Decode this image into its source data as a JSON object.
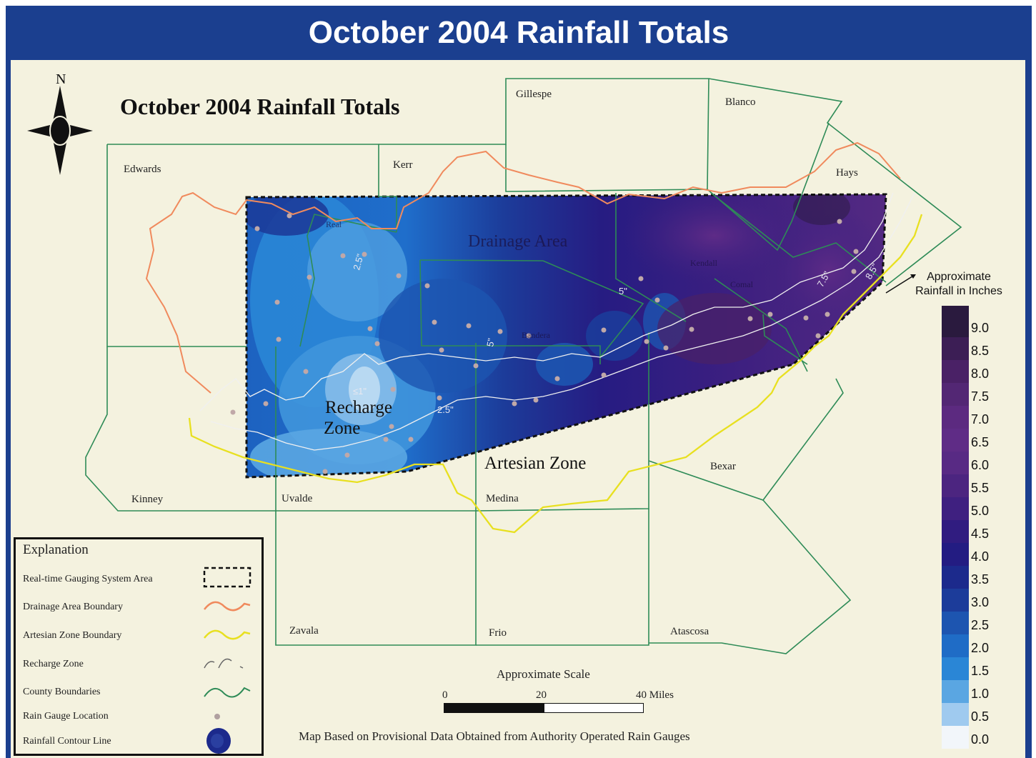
{
  "banner_title": "October 2004 Rainfall Totals",
  "map_title": "October 2004 Rainfall Totals",
  "north_label": "N",
  "counties": [
    {
      "name": "Gillespe"
    },
    {
      "name": "Blanco"
    },
    {
      "name": "Edwards"
    },
    {
      "name": "Kerr"
    },
    {
      "name": "Hays"
    },
    {
      "name": "Real"
    },
    {
      "name": "Kendall"
    },
    {
      "name": "Comal"
    },
    {
      "name": "Bandera"
    },
    {
      "name": "Kinney"
    },
    {
      "name": "Uvalde"
    },
    {
      "name": "Medina"
    },
    {
      "name": "Bexar"
    },
    {
      "name": "Zavala"
    },
    {
      "name": "Frio"
    },
    {
      "name": "Atascosa"
    }
  ],
  "zones": {
    "drainage": "Drainage Area",
    "recharge_line1": "Recharge",
    "recharge_line2": "Zone",
    "artesian": "Artesian Zone"
  },
  "contour_labels": [
    "2.5\"",
    "≤1\"",
    "2.5\"",
    "5\"",
    "5\"",
    "7.5\"",
    "8.5\""
  ],
  "colorbar": {
    "title_line1": "Approximate",
    "title_line2": "Rainfall in Inches",
    "ticks": [
      "9.0",
      "8.5",
      "8.0",
      "7.5",
      "7.0",
      "6.5",
      "6.0",
      "5.5",
      "5.0",
      "4.5",
      "4.0",
      "3.5",
      "3.0",
      "2.5",
      "2.0",
      "1.5",
      "1.0",
      "0.5",
      "0.0"
    ],
    "colors": [
      "#2a1a3e",
      "#3c1e55",
      "#4a2166",
      "#532774",
      "#5c2a80",
      "#5f2c86",
      "#582a84",
      "#4c2580",
      "#3f2080",
      "#301c80",
      "#231c82",
      "#1c2a8c",
      "#1c3c9a",
      "#1d55b0",
      "#1f6cc6",
      "#2a86d6",
      "#5aa6e2",
      "#9fcaef",
      "#f2f6fa"
    ]
  },
  "legend": {
    "title": "Explanation",
    "items": [
      {
        "label": "Real-time Gauging System Area",
        "symbol": "dashed-box"
      },
      {
        "label": "Drainage Area Boundary",
        "symbol": "orange-line"
      },
      {
        "label": "Artesian Zone Boundary",
        "symbol": "yellow-line"
      },
      {
        "label": "Recharge Zone",
        "symbol": "white-line"
      },
      {
        "label": "County Boundaries",
        "symbol": "green-line"
      },
      {
        "label": "Rain Gauge Location",
        "symbol": "gray-dot"
      },
      {
        "label": "Rainfall Contour Line",
        "symbol": "blue-blob"
      }
    ]
  },
  "scale": {
    "title": "Approximate Scale",
    "ticks": [
      "0",
      "20",
      "40 Miles"
    ]
  },
  "source_note": "Map Based on Provisional Data Obtained from Authority Operated Rain Gauges",
  "colors": {
    "frame": "#1b3f8f",
    "background": "#f4f2df",
    "county_line": "#2e8b57",
    "drainage_line": "#f08a5d",
    "artesian_line": "#e8e020",
    "recharge_line": "#f0f0f0"
  }
}
